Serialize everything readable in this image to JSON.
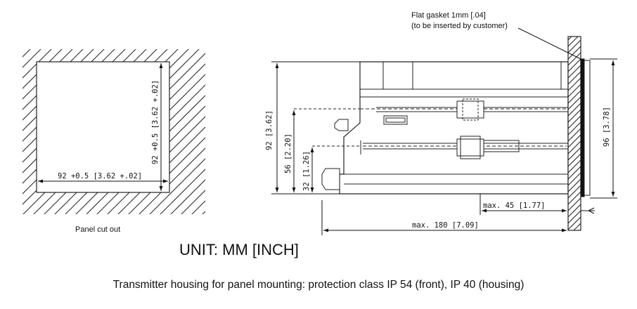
{
  "labels": {
    "unit": "UNIT: MM [INCH]",
    "caption": "Transmitter housing for panel mounting: protection class IP 54 (front), IP 40 (housing)",
    "panel_cutout": "Panel cut out",
    "gasket_line1": "Flat gasket 1mm [.04]",
    "gasket_line2": "(to be inserted by customer)"
  },
  "dimensions": {
    "cutout_width": "92 +0.5 [3.62 +.02]",
    "cutout_height": "92 +0.5 [3.62 +.02]",
    "height_92": "92 [3.62]",
    "height_56": "56 [2.20]",
    "height_32": "32 [1.26]",
    "height_96": "96 [3.78]",
    "max_45": "max. 45 [1.77]",
    "max_180": "max. 180 [7.09]"
  }
}
